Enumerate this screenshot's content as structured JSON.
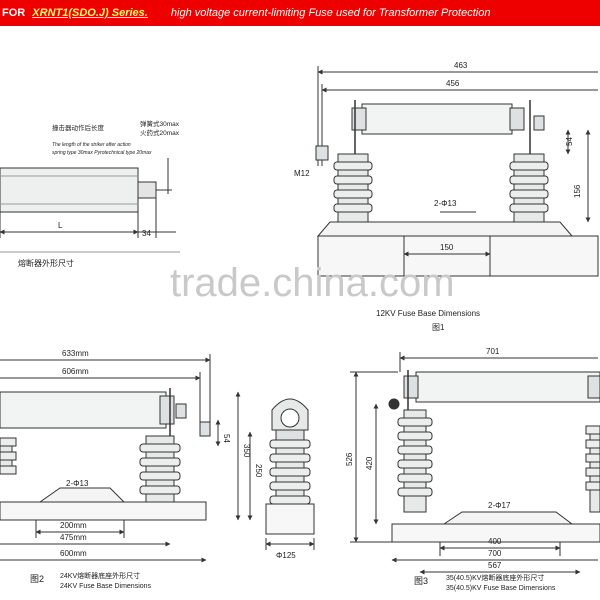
{
  "banner": {
    "prefix": "FOR",
    "series_link": "XRNT1(SDO.J) Series.",
    "rest": "high voltage current-limiting Fuse used for Transformer Protection"
  },
  "watermark": "trade.china.com",
  "striker": {
    "cn_line1": "撞击器动作后长度",
    "cn_spring": "弹簧式30max",
    "cn_pyro": "火药式20max",
    "en_line1": "The length of the striker after action",
    "en_line2": "spring type 30max  Pyrotechnical type 20max",
    "dim_L": "L",
    "dim_34": "34",
    "cn_title": "熔断器外形尺寸"
  },
  "fig1": {
    "dim_463": "463",
    "dim_456": "456",
    "dim_54": "54",
    "dim_156": "156",
    "dim_m12": "M12",
    "dim_holes": "2-Φ13",
    "dim_150": "150",
    "caption_en": "12KV Fuse Base Dimensions",
    "caption_cn": "图1"
  },
  "fig2": {
    "dim_633": "633mm",
    "dim_606": "606mm",
    "dim_54": "54",
    "dim_350": "350",
    "dim_250": "250",
    "dim_holes": "2-Φ13",
    "dim_200": "200mm",
    "dim_475": "475mm",
    "dim_600": "600mm",
    "dim_125": "Φ125",
    "fig_label": "图2",
    "caption_cn": "24KV熔断器底座外形尺寸",
    "caption_en": "24KV Fuse Base Dimensions"
  },
  "fig3": {
    "dim_701": "701",
    "dim_526": "526",
    "dim_420": "420",
    "dim_holes": "2-Φ17",
    "dim_400": "400",
    "dim_700": "700",
    "dim_567": "567",
    "fig_label": "图3",
    "caption_cn": "35(40.5)KV熔断器底座外形尺寸",
    "caption_en": "35(40.5)KV Fuse Base Dimensions"
  }
}
